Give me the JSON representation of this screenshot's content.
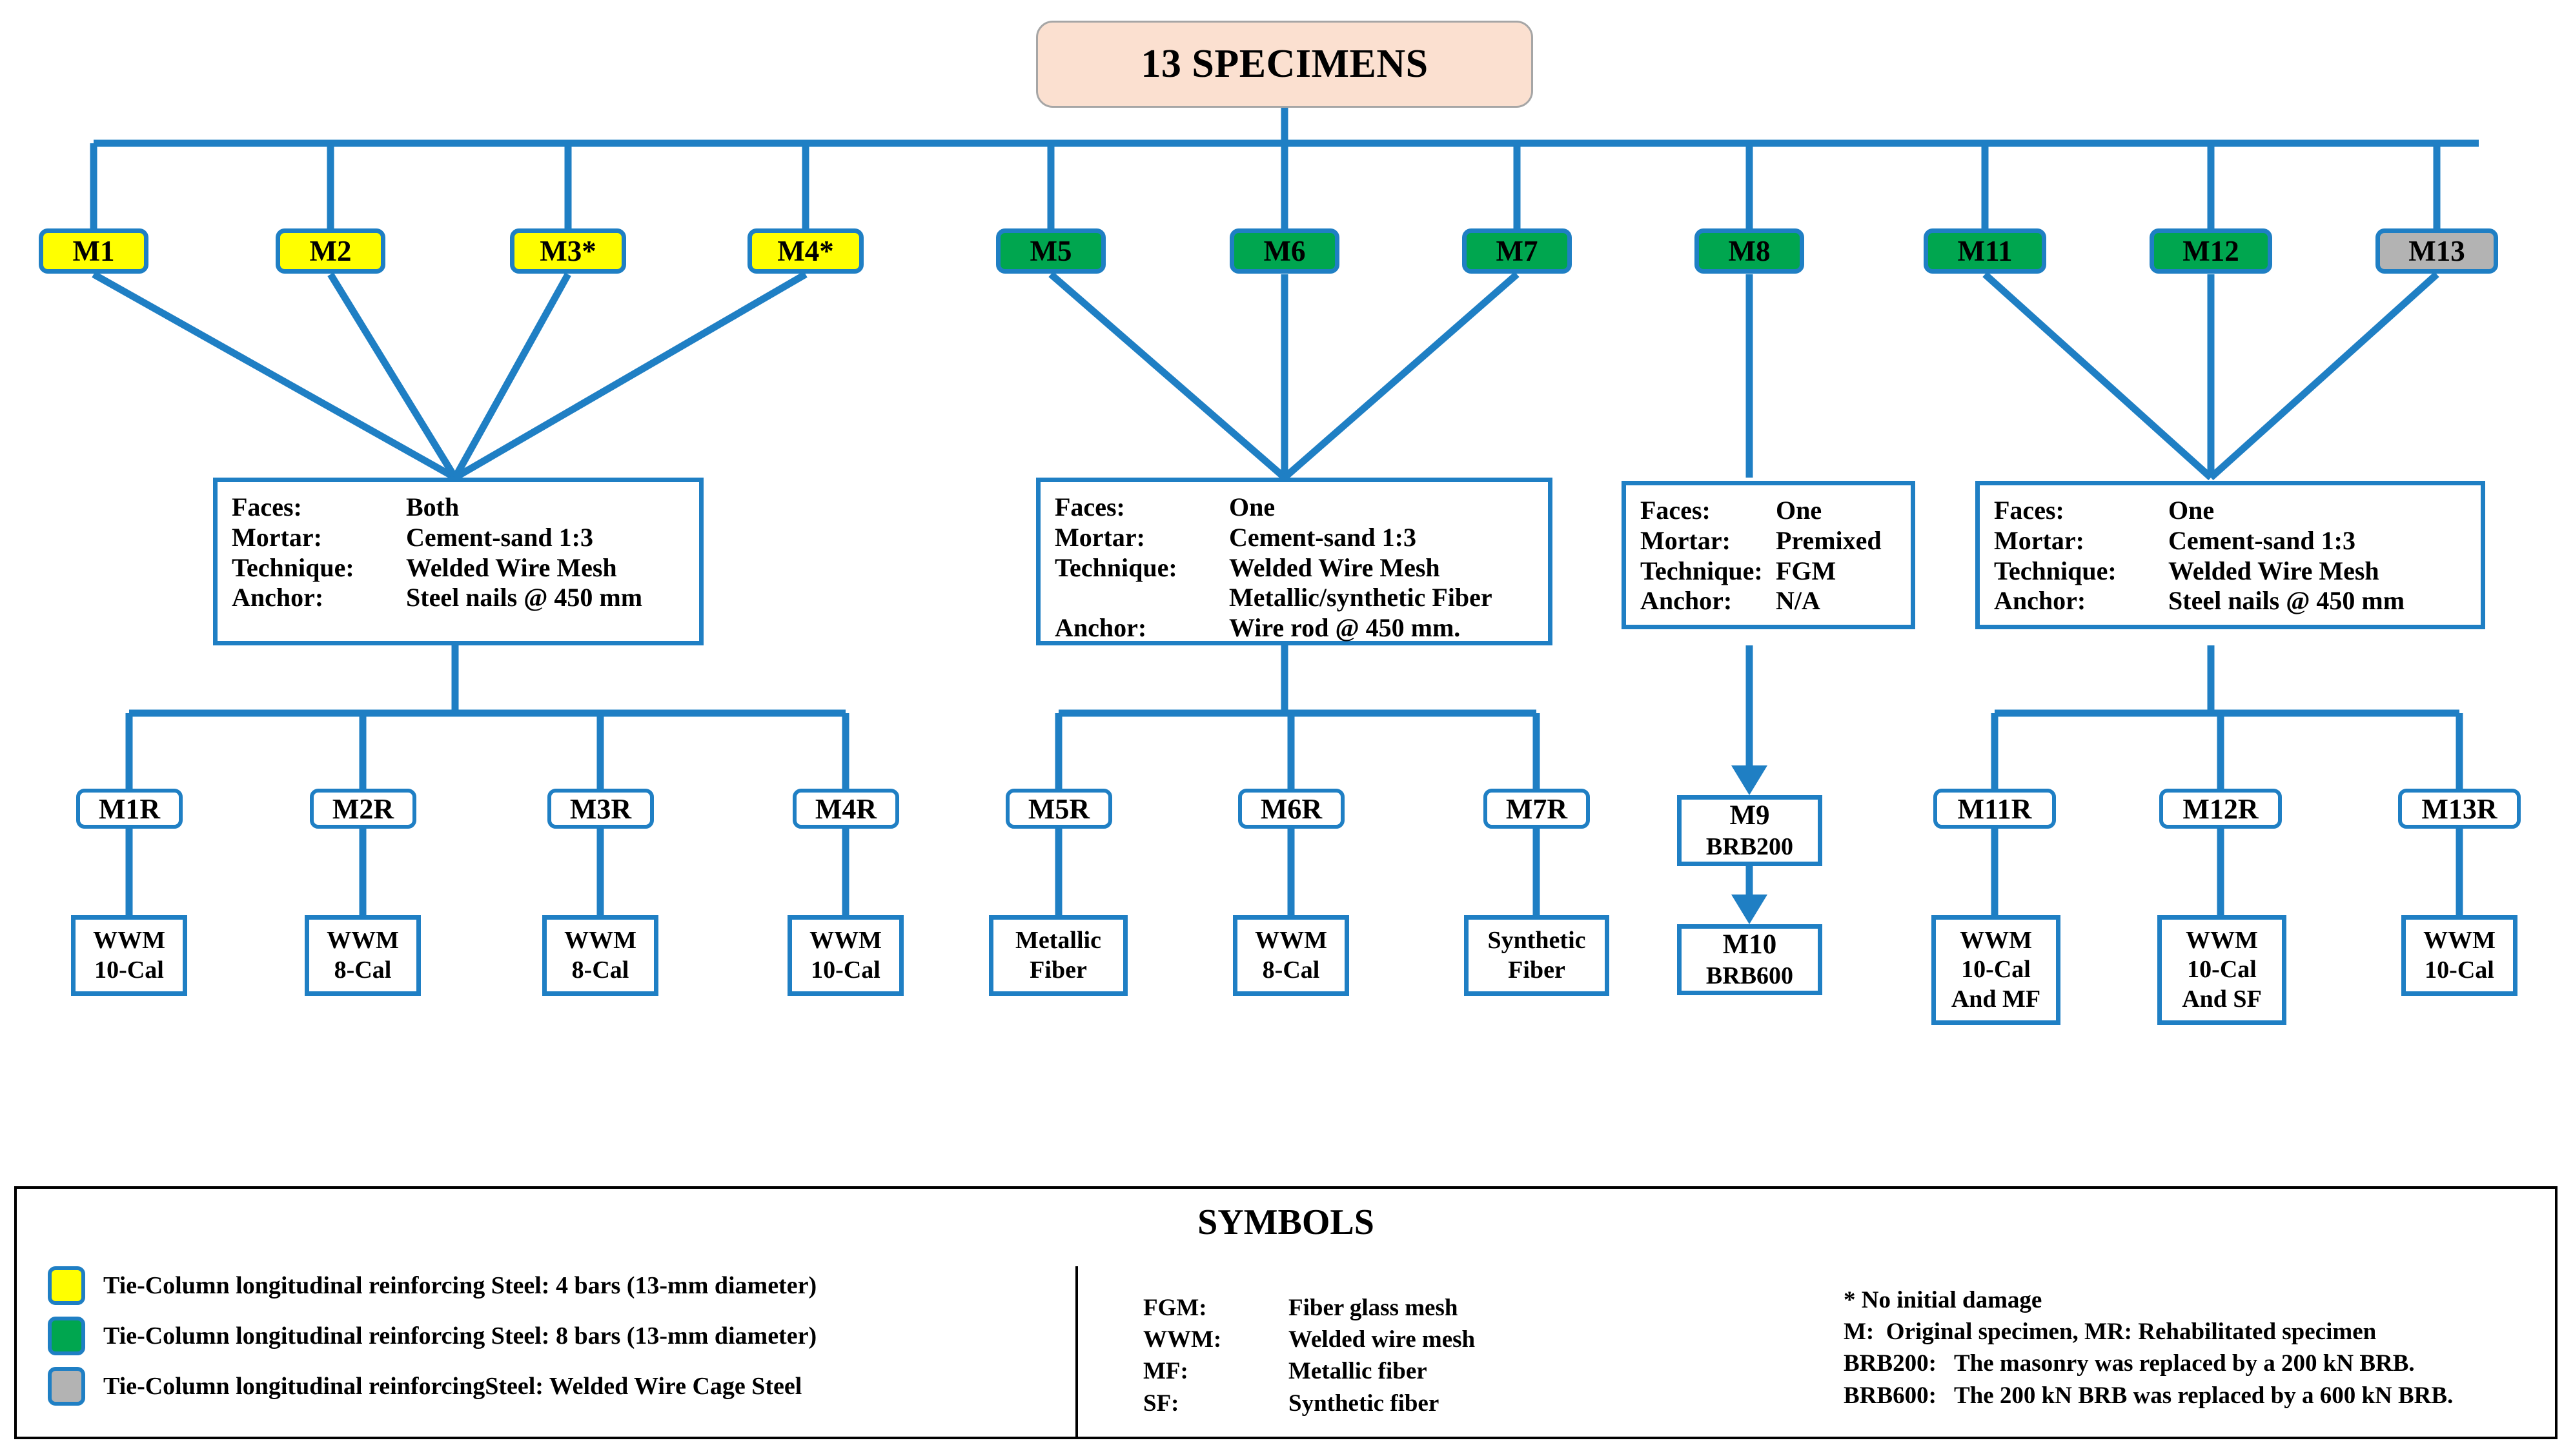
{
  "title": {
    "text": "13 SPECIMENS",
    "fill": "#fbe0d0",
    "border": "#a6a6a6"
  },
  "colors": {
    "wire": "#1f7fc4",
    "yellow": "#ffff00",
    "green": "#00a64f",
    "gray": "#b3b3b3"
  },
  "specimens": [
    {
      "label": "M1",
      "color": "yellow"
    },
    {
      "label": "M2",
      "color": "yellow"
    },
    {
      "label": "M3*",
      "color": "yellow"
    },
    {
      "label": "M4*",
      "color": "yellow"
    },
    {
      "label": "M5",
      "color": "green"
    },
    {
      "label": "M6",
      "color": "green"
    },
    {
      "label": "M7",
      "color": "green"
    },
    {
      "label": "M8",
      "color": "green"
    },
    {
      "label": "M11",
      "color": "green"
    },
    {
      "label": "M12",
      "color": "green"
    },
    {
      "label": "M13",
      "color": "gray"
    }
  ],
  "panels": [
    {
      "rows": [
        {
          "key": "Faces:",
          "value": "Both"
        },
        {
          "key": "Mortar:",
          "value": "Cement-sand 1:3"
        },
        {
          "key": "Technique:",
          "value": "Welded Wire Mesh",
          "justify": true
        },
        {
          "key": "Anchor:",
          "value": "Steel nails @ 450 mm"
        }
      ]
    },
    {
      "rows": [
        {
          "key": "Faces:",
          "value": "One"
        },
        {
          "key": "Mortar:",
          "value": "Cement-sand 1:3"
        },
        {
          "key": "Technique:",
          "value": "Welded Wire Mesh"
        },
        {
          "key": "",
          "value": "Metallic/synthetic Fiber"
        },
        {
          "key": "Anchor:",
          "value": "Wire rod @ 450 mm."
        }
      ]
    },
    {
      "rows": [
        {
          "key": "Faces:",
          "value": "One"
        },
        {
          "key": "Mortar:",
          "value": "Premixed"
        },
        {
          "key": "Technique:",
          "value": "FGM"
        },
        {
          "key": "Anchor:",
          "value": "N/A"
        }
      ]
    },
    {
      "rows": [
        {
          "key": "Faces:",
          "value": "One"
        },
        {
          "key": "Mortar:",
          "value": "Cement-sand 1:3"
        },
        {
          "key": "Technique:",
          "value": "Welded Wire Mesh"
        },
        {
          "key": "Anchor:",
          "value": "Steel nails @ 450 mm"
        }
      ]
    }
  ],
  "rehab_nodes": [
    {
      "label": "M1R"
    },
    {
      "label": "M2R"
    },
    {
      "label": "M3R"
    },
    {
      "label": "M4R"
    },
    {
      "label": "M5R"
    },
    {
      "label": "M6R"
    },
    {
      "label": "M7R"
    },
    {
      "label": "M11R"
    },
    {
      "label": "M12R"
    },
    {
      "label": "M13R"
    }
  ],
  "leaves": [
    {
      "lines": [
        "WWM",
        "10-Cal"
      ]
    },
    {
      "lines": [
        "WWM",
        "8-Cal"
      ]
    },
    {
      "lines": [
        "WWM",
        "8-Cal"
      ]
    },
    {
      "lines": [
        "WWM",
        "10-Cal"
      ]
    },
    {
      "lines": [
        "Metallic",
        "Fiber"
      ]
    },
    {
      "lines": [
        "WWM",
        "8-Cal"
      ]
    },
    {
      "lines": [
        "Synthetic",
        "Fiber"
      ]
    },
    {
      "lines": [
        "WWM",
        "10-Cal",
        "And MF"
      ]
    },
    {
      "lines": [
        "WWM",
        "10-Cal",
        "And SF"
      ]
    },
    {
      "lines": [
        "WWM",
        "10-Cal"
      ]
    }
  ],
  "brb_nodes": [
    {
      "label": "M9",
      "sub": "BRB200"
    },
    {
      "label": "M10",
      "sub": "BRB600"
    }
  ],
  "legend": {
    "title": "SYMBOLS",
    "swatches": [
      {
        "color": "yellow",
        "text": "Tie-Column longitudinal reinforcing Steel: 4 bars (13-mm diameter)"
      },
      {
        "color": "green",
        "text": "Tie-Column longitudinal reinforcing Steel: 8 bars (13-mm diameter)"
      },
      {
        "color": "gray",
        "text": "Tie-Column longitudinal reinforcingSteel: Welded Wire Cage Steel"
      }
    ],
    "abbreviations": [
      {
        "abbr": "FGM:",
        "meaning": "Fiber glass mesh"
      },
      {
        "abbr": "WWM:",
        "meaning": "Welded wire mesh"
      },
      {
        "abbr": "MF:",
        "meaning": "Metallic fiber"
      },
      {
        "abbr": "SF:",
        "meaning": "Synthetic fiber"
      }
    ],
    "notes": [
      "* No initial damage",
      "M:  Original specimen, MR: Rehabilitated specimen",
      "BRB200:   The masonry was replaced by a 200 kN BRB.",
      "BRB600:   The 200 kN BRB was replaced by a 600 kN BRB."
    ]
  }
}
